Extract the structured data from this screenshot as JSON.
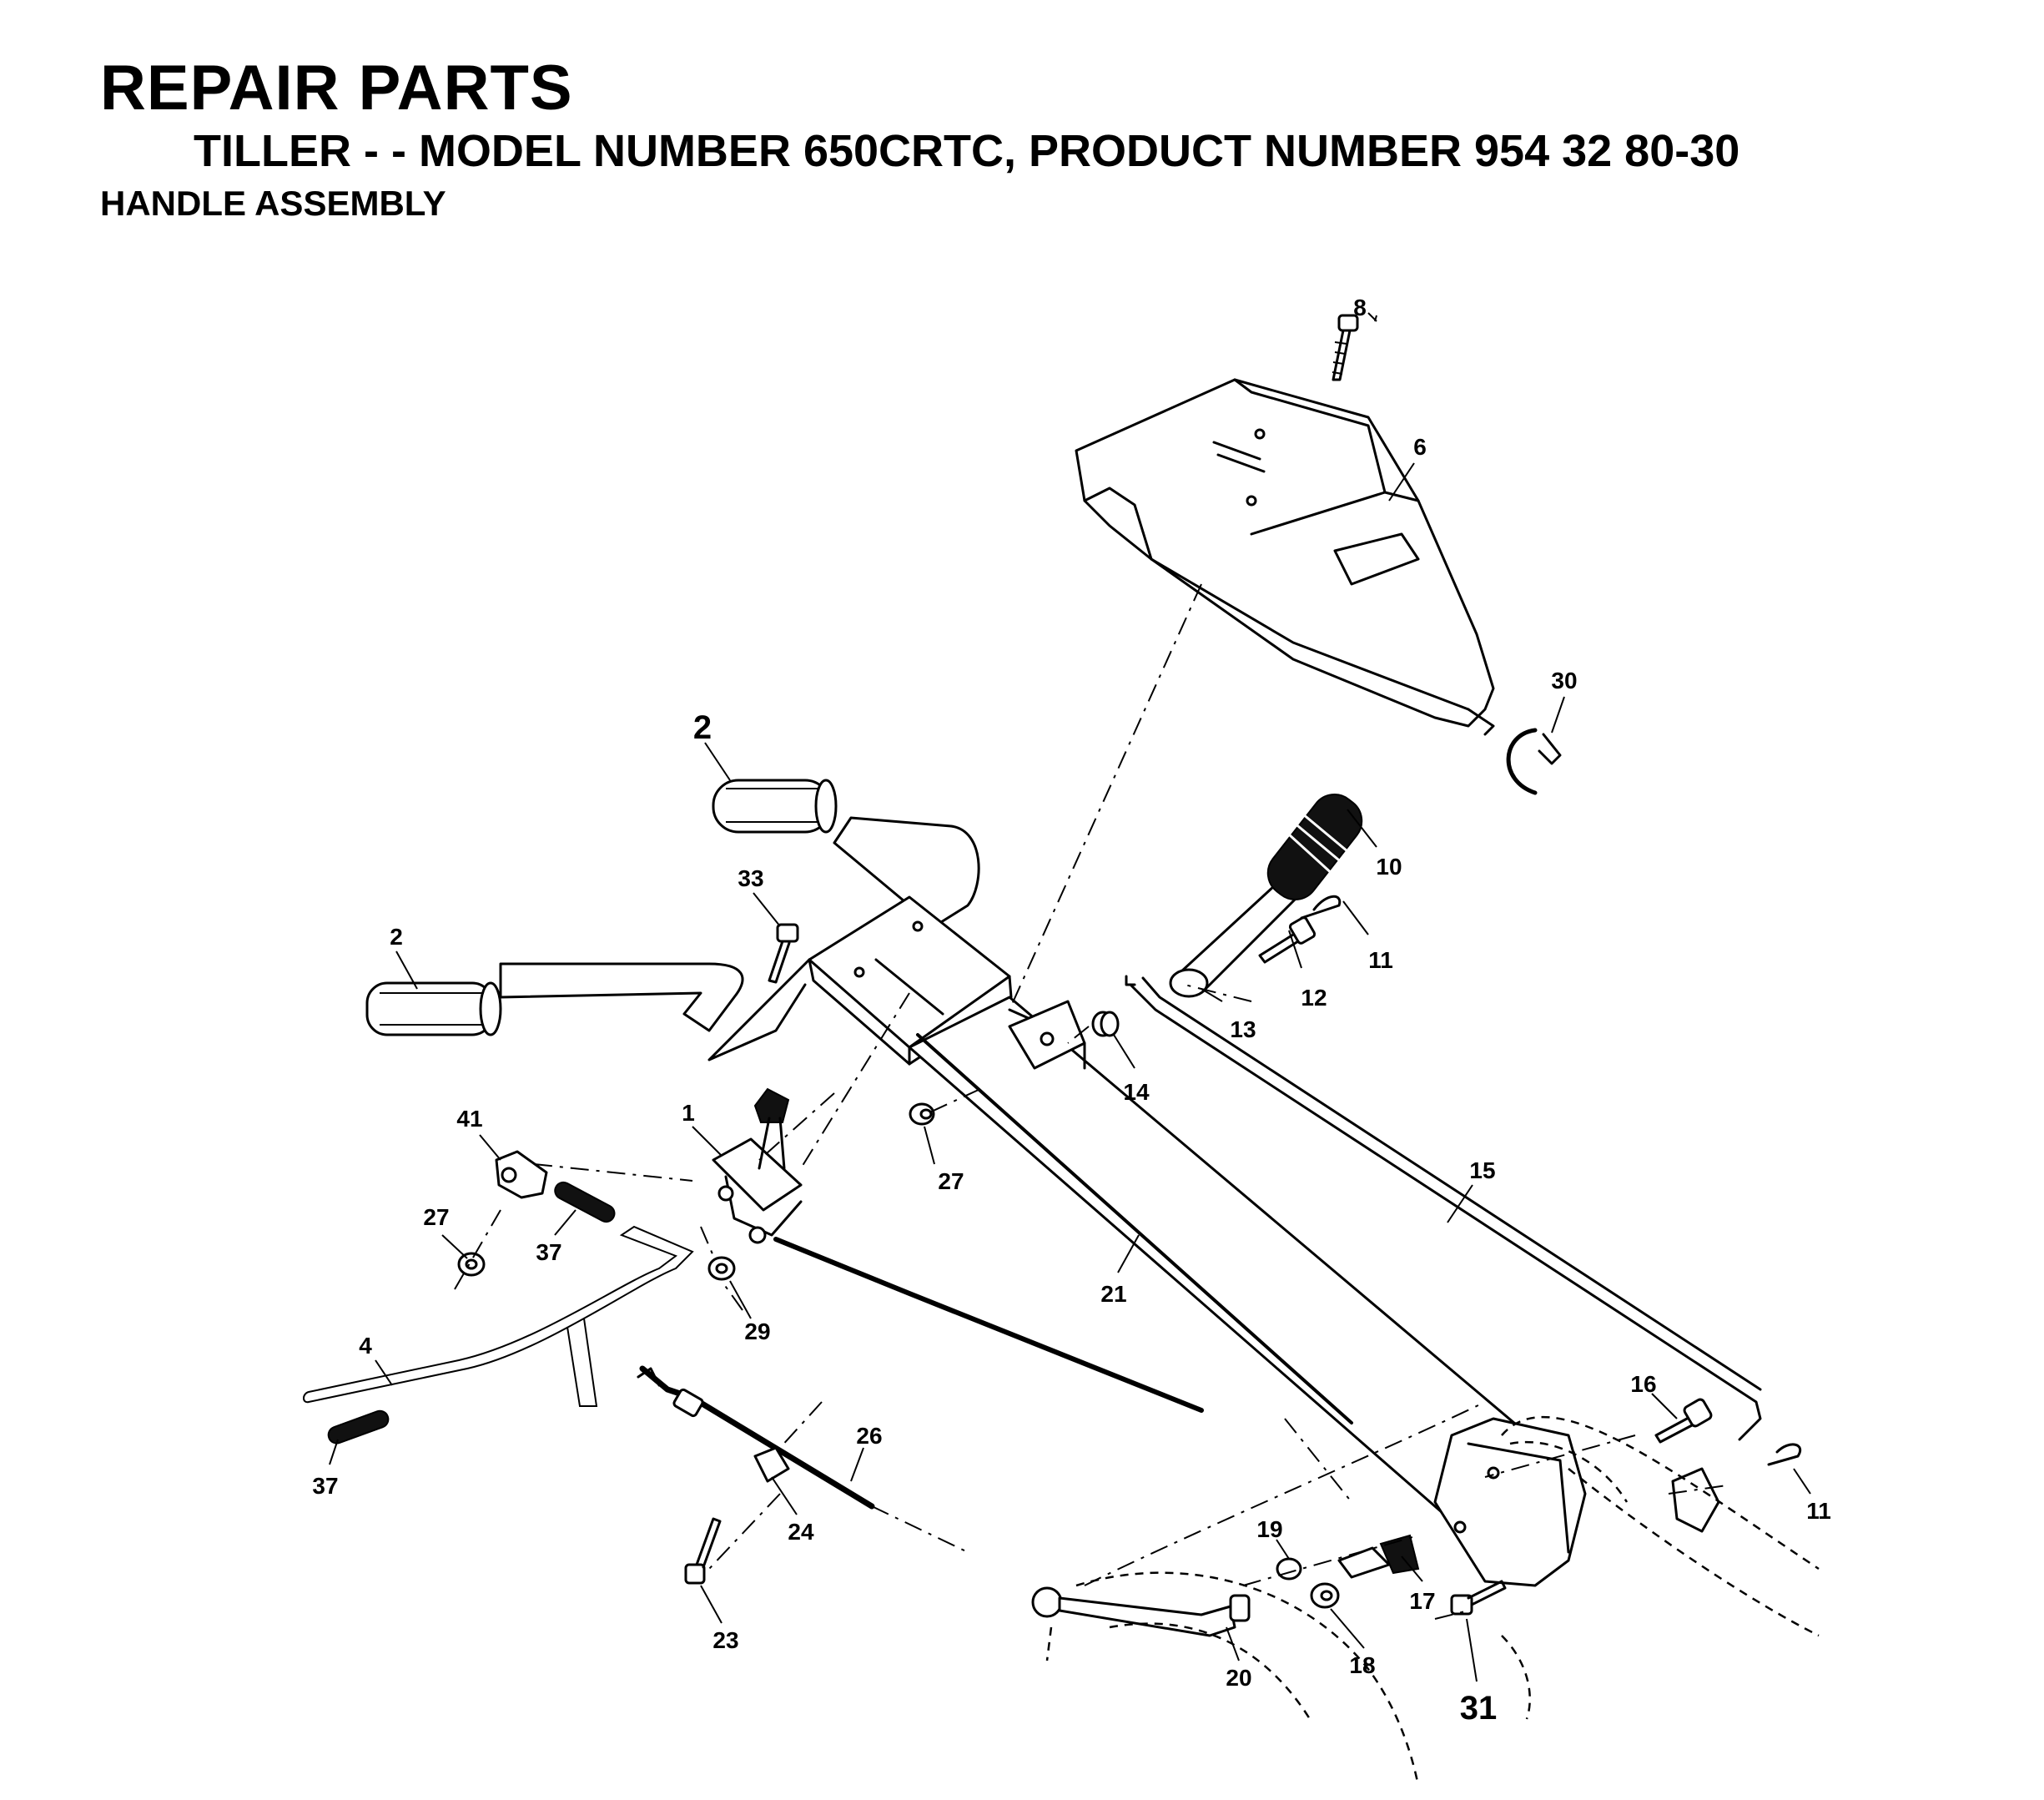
{
  "header": {
    "title": "REPAIR PARTS",
    "subtitle": "TILLER - - MODEL NUMBER 650CRTC, PRODUCT NUMBER 954 32 80-30",
    "section": "HANDLE ASSEMBLY"
  },
  "callouts": [
    {
      "id": "c8",
      "text": "8"
    },
    {
      "id": "c6",
      "text": "6"
    },
    {
      "id": "c30",
      "text": "30"
    },
    {
      "id": "c2a",
      "text": "2"
    },
    {
      "id": "c10",
      "text": "10"
    },
    {
      "id": "c33",
      "text": "33"
    },
    {
      "id": "c11a",
      "text": "11"
    },
    {
      "id": "c2b",
      "text": "2"
    },
    {
      "id": "c12",
      "text": "12"
    },
    {
      "id": "c13",
      "text": "13"
    },
    {
      "id": "c14",
      "text": "14"
    },
    {
      "id": "c41",
      "text": "41"
    },
    {
      "id": "c1",
      "text": "1"
    },
    {
      "id": "c27a",
      "text": "27"
    },
    {
      "id": "c15",
      "text": "15"
    },
    {
      "id": "c27b",
      "text": "27"
    },
    {
      "id": "c37a",
      "text": "37"
    },
    {
      "id": "c21",
      "text": "21"
    },
    {
      "id": "c29",
      "text": "29"
    },
    {
      "id": "c4",
      "text": "4"
    },
    {
      "id": "c16",
      "text": "16"
    },
    {
      "id": "c26",
      "text": "26"
    },
    {
      "id": "c37b",
      "text": "37"
    },
    {
      "id": "c11b",
      "text": "11"
    },
    {
      "id": "c24",
      "text": "24"
    },
    {
      "id": "c19",
      "text": "19"
    },
    {
      "id": "c17",
      "text": "17"
    },
    {
      "id": "c23",
      "text": "23"
    },
    {
      "id": "c18",
      "text": "18"
    },
    {
      "id": "c20",
      "text": "20"
    },
    {
      "id": "c31",
      "text": "31"
    }
  ]
}
